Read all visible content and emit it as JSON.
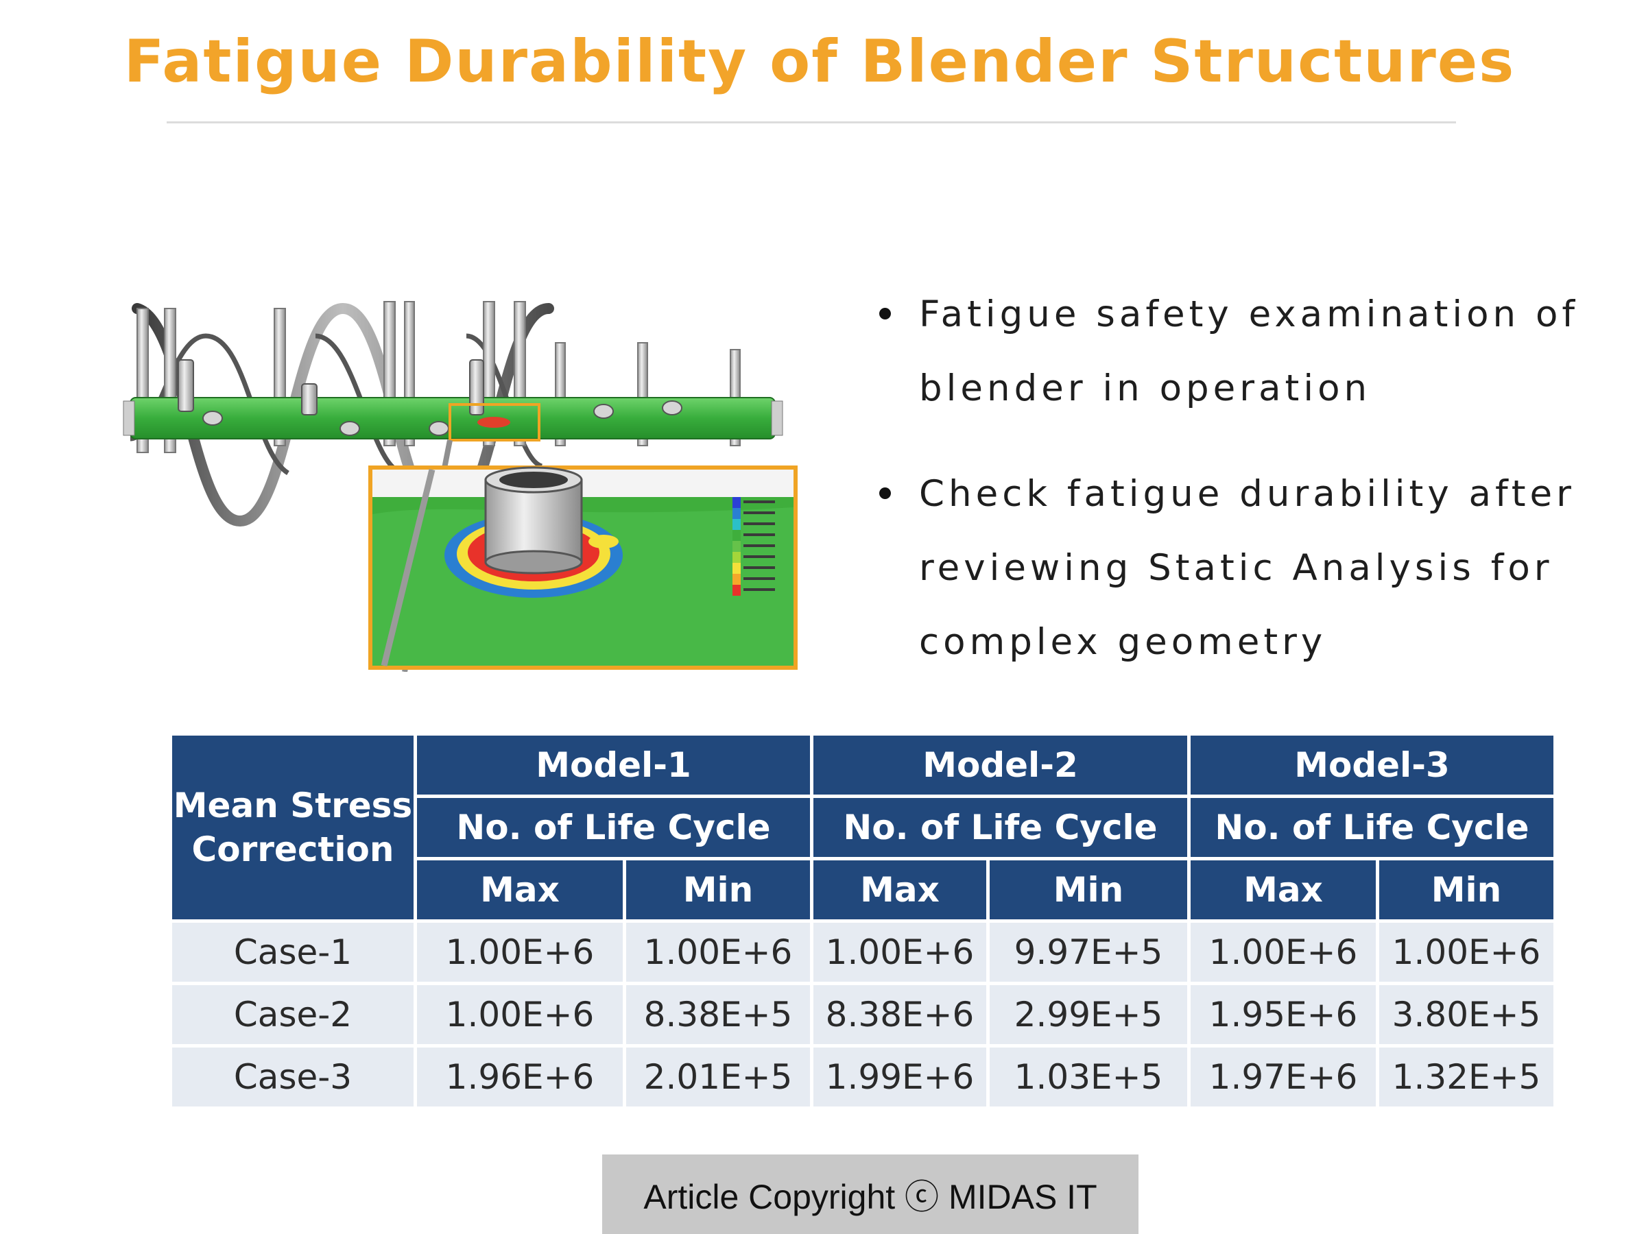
{
  "header": {
    "title": "Fatigue Durability of Blender Structures"
  },
  "bullets": [
    "Fatigue safety examination of blender in operation",
    "Check fatigue durability after reviewing Static Analysis for complex geometry"
  ],
  "table": {
    "corner_header": "Mean Stress Correction",
    "models": [
      "Model-1",
      "Model-2",
      "Model-3"
    ],
    "subheader": "No. of Life Cycle",
    "max_label": "Max",
    "min_label": "Min",
    "rows": [
      {
        "case": "Case-1",
        "values": [
          "1.00E+6",
          "1.00E+6",
          "1.00E+6",
          "9.97E+5",
          "1.00E+6",
          "1.00E+6"
        ]
      },
      {
        "case": "Case-2",
        "values": [
          "1.00E+6",
          "8.38E+5",
          "8.38E+6",
          "2.99E+5",
          "1.95E+6",
          "3.80E+5"
        ]
      },
      {
        "case": "Case-3",
        "values": [
          "1.96E+6",
          "2.01E+5",
          "1.99E+6",
          "1.03E+5",
          "1.97E+6",
          "1.32E+5"
        ]
      }
    ]
  },
  "footer": {
    "copyright": "Article Copyright ⓒ MIDAS IT"
  },
  "colors": {
    "title": "#f2a42a",
    "table_header": "#21487c",
    "table_cell": "#e6ebf2",
    "highlight_frame": "#f0a424",
    "shaft_green": "#3cb043"
  }
}
